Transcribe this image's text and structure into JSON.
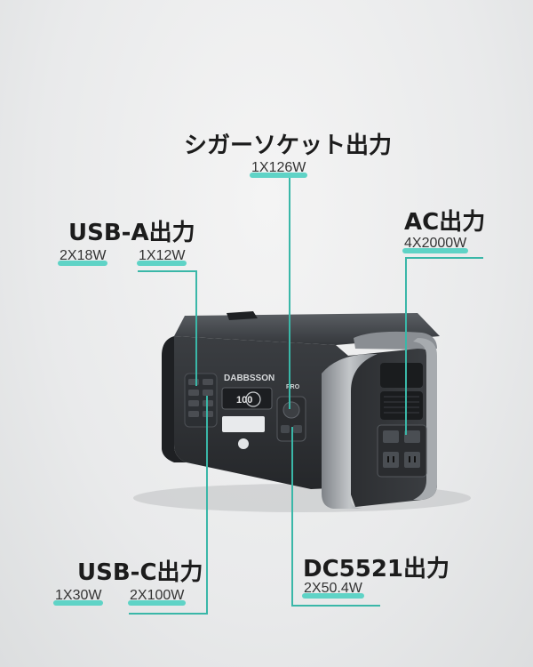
{
  "callouts": {
    "cigar": {
      "title": "シガーソケット出力",
      "specs": [
        "1X126W"
      ]
    },
    "usba": {
      "title": "USB-A出力",
      "specs": [
        "2X18W",
        "1X12W"
      ]
    },
    "ac": {
      "title": "AC出力",
      "specs": [
        "4X2000W"
      ]
    },
    "usbc": {
      "title": "USB-C出力",
      "specs": [
        "1X30W",
        "2X100W"
      ]
    },
    "dc": {
      "title": "DC5521出力",
      "specs": [
        "2X50.4W"
      ]
    }
  },
  "product": {
    "brand": "DABBSSON",
    "model_badge": "PRO",
    "display_reading": "100"
  },
  "colors": {
    "accent": "#3ab7a8",
    "highlight": "#5fd3c6",
    "body": "#3a3d41",
    "frame": "#9a9ea3"
  }
}
